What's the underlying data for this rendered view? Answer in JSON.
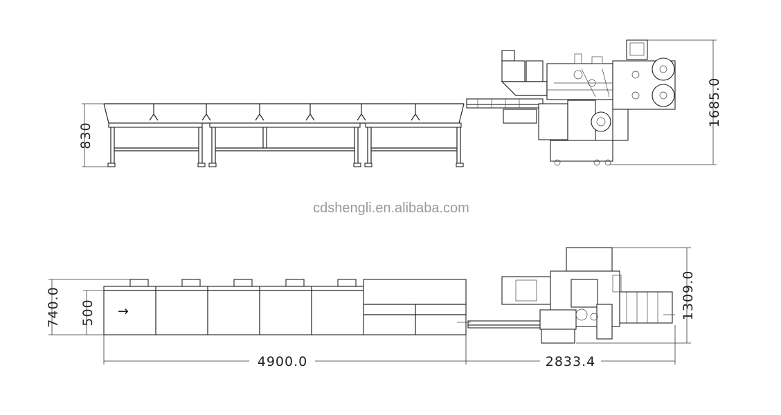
{
  "watermark": "cdshengli.en.alibaba.com",
  "dimensions": {
    "top_height": "830",
    "top_total_height": "1685.0",
    "bottom_width_hopper": "500",
    "bottom_width_total": "740.0",
    "bottom_right_height": "1309.0",
    "length_feeder": "4900.0",
    "length_machine": "2833.4"
  },
  "flow_arrow": "→",
  "colors": {
    "line": "#222222",
    "watermark": "#9a9a9a"
  }
}
